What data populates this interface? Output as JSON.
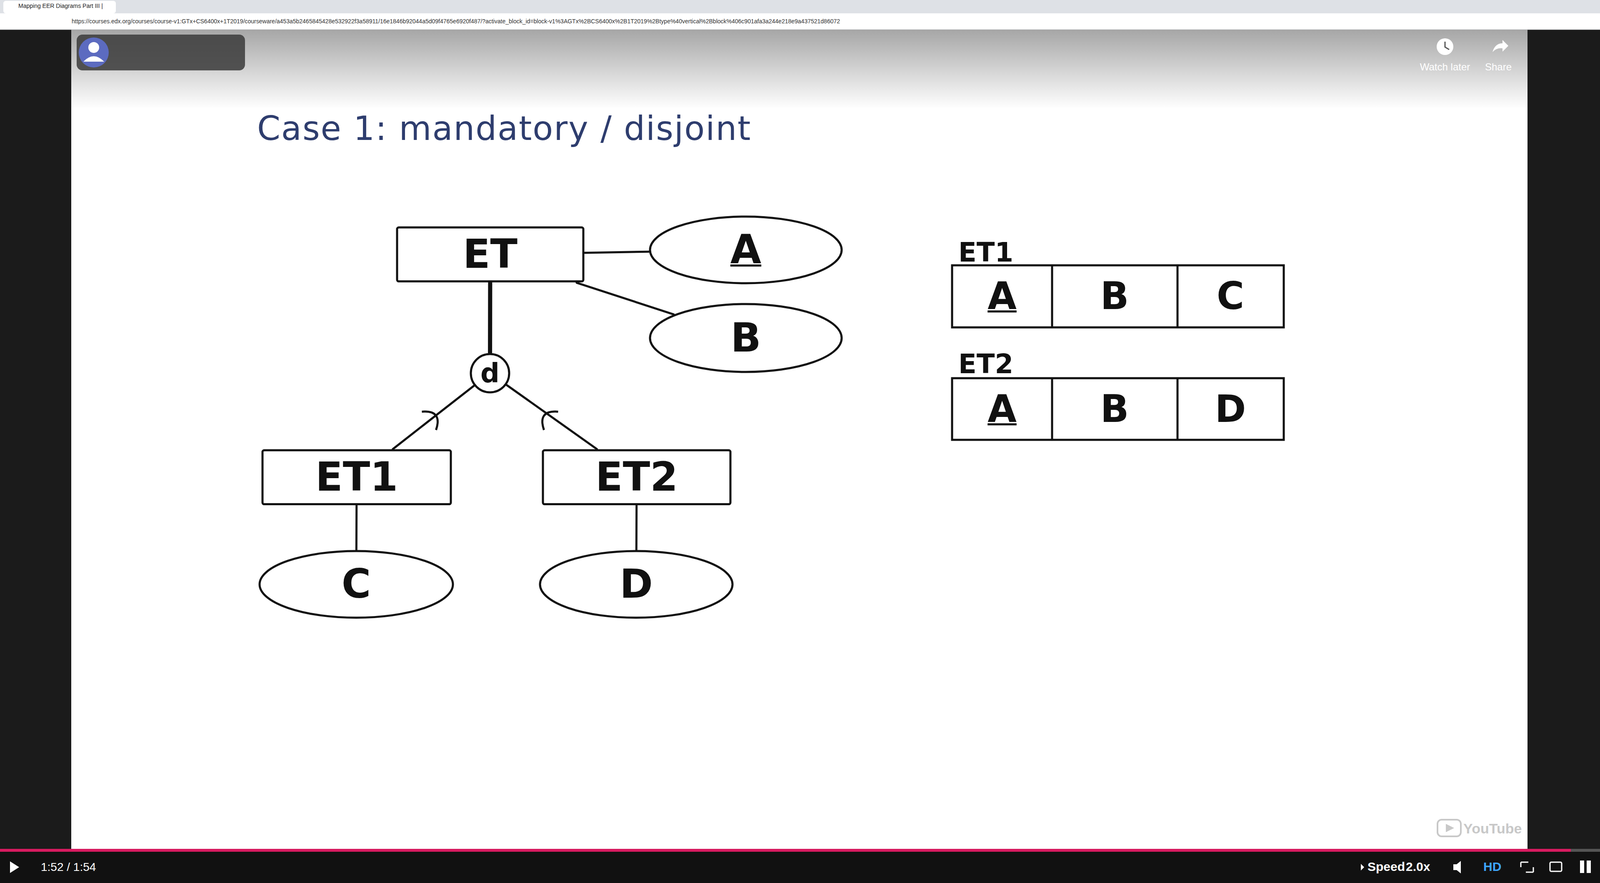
{
  "diagram": {
    "title": "Case 1: mandatory / disjoint",
    "nodes": [
      {
        "text": [
          "ET"
        ]
      },
      {
        "text": [
          "A"
        ]
      },
      {
        "text": [
          "B"
        ]
      },
      {
        "text": [
          "d"
        ]
      },
      {
        "text": [
          "ET1"
        ]
      },
      {
        "text": [
          "ET2"
        ]
      },
      {
        "text": [
          "C"
        ]
      },
      {
        "text": [
          "D"
        ]
      }
    ],
    "edges": [
      {
        "from": 0,
        "to": 1,
        "arrow": "none"
      },
      {
        "from": 0,
        "to": 2,
        "arrow": "none"
      },
      {
        "from": 0,
        "to": 3,
        "arrow": "none"
      },
      {
        "from": 3,
        "to": 4,
        "arrow": "none"
      },
      {
        "from": 3,
        "to": 5,
        "arrow": "none"
      },
      {
        "from": 4,
        "to": 6,
        "arrow": "none"
      },
      {
        "from": 5,
        "to": 7,
        "arrow": "none"
      }
    ],
    "labels": [
      "Mapping EER Diagrams Part III |",
      "https://courses.edx.org/courses/course-v1:GTx+CS6400x+1T2019/courseware/a453a5b2465845428e532922f3a58911/16e1846b92044a5d09f4765e6920f487/?activate_block_id=block-v1%3AGTx%2BCS6400x%2B1T2019%2Btype%40vertical%2Bblock%406c901afa3a244e218e9a437521d86072",
      "Watch later",
      "Share",
      "ET1",
      "A",
      "B",
      "C",
      "ET2",
      "A",
      "B",
      "D",
      "YouTube",
      "1:52 / 1:54",
      "Speed",
      "2.0x",
      "HD"
    ]
  }
}
